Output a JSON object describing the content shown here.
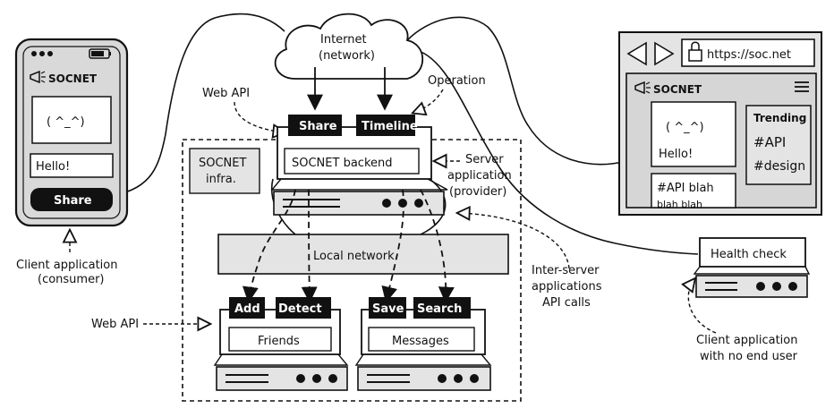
{
  "phone": {
    "brand": "SOCNET",
    "face": "( ^_^)",
    "input_value": "Hello!",
    "share_button": "Share",
    "caption_line1": "Client application",
    "caption_line2": "(consumer)"
  },
  "internet": {
    "line1": "Internet",
    "line2": "(network)"
  },
  "web_api_top": "Web API",
  "operation": "Operation",
  "backend": {
    "tab_share": "Share",
    "tab_timeline": "Timeline",
    "name": "SOCNET backend",
    "server_line1": "Server",
    "server_line2": "application",
    "server_line3": "(provider)"
  },
  "infra": {
    "line1": "SOCNET",
    "line2": "infra."
  },
  "local_network": "Local network",
  "friends": {
    "tab_add": "Add",
    "tab_detect": "Detect",
    "name": "Friends"
  },
  "messages": {
    "tab_save": "Save",
    "tab_search": "Search",
    "name": "Messages"
  },
  "web_api_left": "Web API",
  "inter_server": {
    "line1": "Inter-server",
    "line2": "applications",
    "line3": "API calls"
  },
  "browser": {
    "url": "https://soc.net",
    "brand": "SOCNET",
    "face": "( ^_^)",
    "post_text": "Hello!",
    "post2_line1": "#API blah",
    "post2_line2": "blah blah",
    "trending_title": "Trending",
    "trend1": "#API",
    "trend2": "#design"
  },
  "health": {
    "name": "Health check",
    "caption_line1": "Client application",
    "caption_line2": "with no end user"
  }
}
